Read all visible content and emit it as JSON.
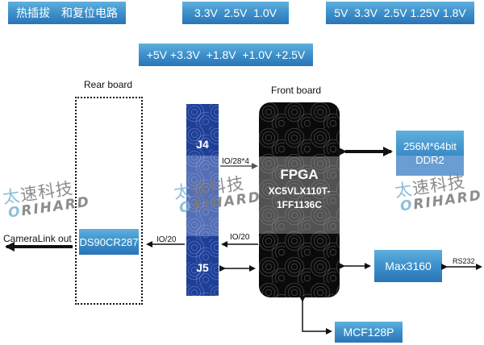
{
  "power_boxes": {
    "hotplug": "热插拔　和复位电路",
    "rail_a": "3.3V  2.5V  1.0V",
    "rail_b": "5V  3.3V  2.5V 1.25V 1.8V",
    "rail_c": "+5V +3.3V  +1.8V  +1.0V +2.5V"
  },
  "boards": {
    "rear_label": "Rear board",
    "front_label": "Front board"
  },
  "connectors": {
    "j4": "J4",
    "j5": "J5"
  },
  "fpga": {
    "title": "FPGA",
    "part_line1": "XC5VLX110T-",
    "part_line2": "1FF1136C"
  },
  "components": {
    "ddr_line1": "256M*64bit",
    "ddr_line2": "DDR2",
    "ds90": "DS90CR287",
    "max3160": "Max3160",
    "mcf": "MCF128P"
  },
  "signals": {
    "j4_to_fpga": "IO/28*4",
    "fpga_to_j5": "IO/20",
    "j5_to_ds90": "IO/20",
    "cameralink": "CameraLink out",
    "rs232": "RS232"
  },
  "watermark": {
    "cn_first": "太",
    "cn_rest": "速科技",
    "en_first": "O",
    "en_rest": "RIHARD"
  },
  "colors": {
    "box_blue": "#3f93cc",
    "connector_blue": "#1e3f96",
    "fpga_black": "#0a0a0a"
  }
}
